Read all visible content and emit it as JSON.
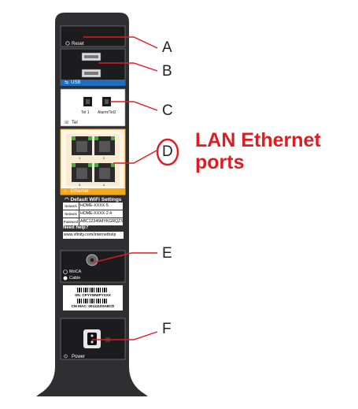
{
  "device": {
    "body_color": "#2f2f31",
    "panel_color": "#1c1c1e",
    "usb_strip_color": "#1f6ebd",
    "ethernet_strip_color": "#f4a81d",
    "port_green": "#3fae3f"
  },
  "sections": {
    "reset": {
      "label": "Reset"
    },
    "usb": {
      "label": "USB"
    },
    "tel": {
      "label": "Tel",
      "port1": "Tel 1",
      "port2": "Alarm/Tel2"
    },
    "ethernet": {
      "label": "Ethernet",
      "port_numbers": [
        "1",
        "2",
        "3",
        "4"
      ]
    },
    "wifi": {
      "title": "Default WiFi Settings",
      "rows": [
        {
          "key": "Network",
          "value": "HOME-XXXX-5"
        },
        {
          "key": "Network",
          "value": "HOME-XXXX-2.4"
        },
        {
          "key": "Password",
          "value": "ABC12345MYKGRQZS"
        }
      ],
      "need_help": "Need help?",
      "help_url": "www.xfinity.com/internethelp"
    },
    "coax": {
      "moca": "MoCA",
      "cable": "Cable"
    },
    "serial": {
      "sn": "SN: CPYYWWPYXXX",
      "cm_mac": "CM MAC: 00111100ABCD"
    },
    "power": {
      "label": "Power"
    }
  },
  "callouts": {
    "a": "A",
    "b": "B",
    "c": "C",
    "d": "D",
    "e": "E",
    "f": "F",
    "lan_title": "LAN Ethernet ports",
    "highlight_color": "#e11b22",
    "line_color": "#e11b22"
  }
}
